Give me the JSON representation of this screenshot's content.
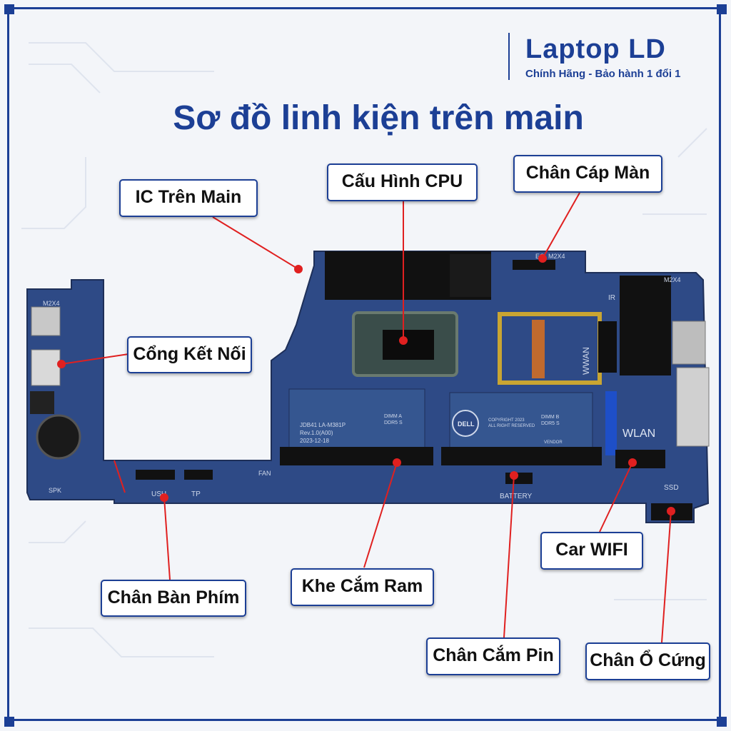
{
  "brand": {
    "title": "Laptop LD",
    "subtitle": "Chính Hãng - Bảo hành 1 đổi 1"
  },
  "title": "Sơ đồ linh kiện trên main",
  "labels": {
    "ic_main": "IC Trên Main",
    "cpu": "Cấu Hình CPU",
    "screen_cable": "Chân Cáp Màn",
    "ports": "Cổng Kết Nối",
    "keyboard": "Chân Bàn Phím",
    "ram": "Khe Cắm Ram",
    "wifi": "Car WIFI",
    "battery": "Chân Cắm Pin",
    "ssd": "Chân Ổ Cứng"
  },
  "board_markings": {
    "m2x4_left": "M2X4",
    "m2x4_right": "M2X4",
    "ec": "EC",
    "m2x4_top": "M2X4",
    "ir": "IR",
    "wwan": "WWAN",
    "wlan": "WLAN",
    "ssd": "SSD",
    "fan": "FAN",
    "spk": "SPK",
    "usb": "USH",
    "tp": "TP",
    "battery": "BATTERY",
    "dimm_a": "DIMM A",
    "ddr5_a": "DDR5 S",
    "dimm_b": "DIMM B",
    "ddr5_b": "DDR5 S",
    "board_id": "JDB41 LA-M381P",
    "rev": "Rev.1.0(A00)",
    "date": "2023-12-18",
    "dell": "DELL",
    "copyright": "COPYRIGHT 2023",
    "rights": "ALL RIGHT RESERVED",
    "vendor": "VENDOR"
  },
  "colors": {
    "brand": "#1c3f95",
    "board": "#2e4a86",
    "line": "#e02020"
  }
}
